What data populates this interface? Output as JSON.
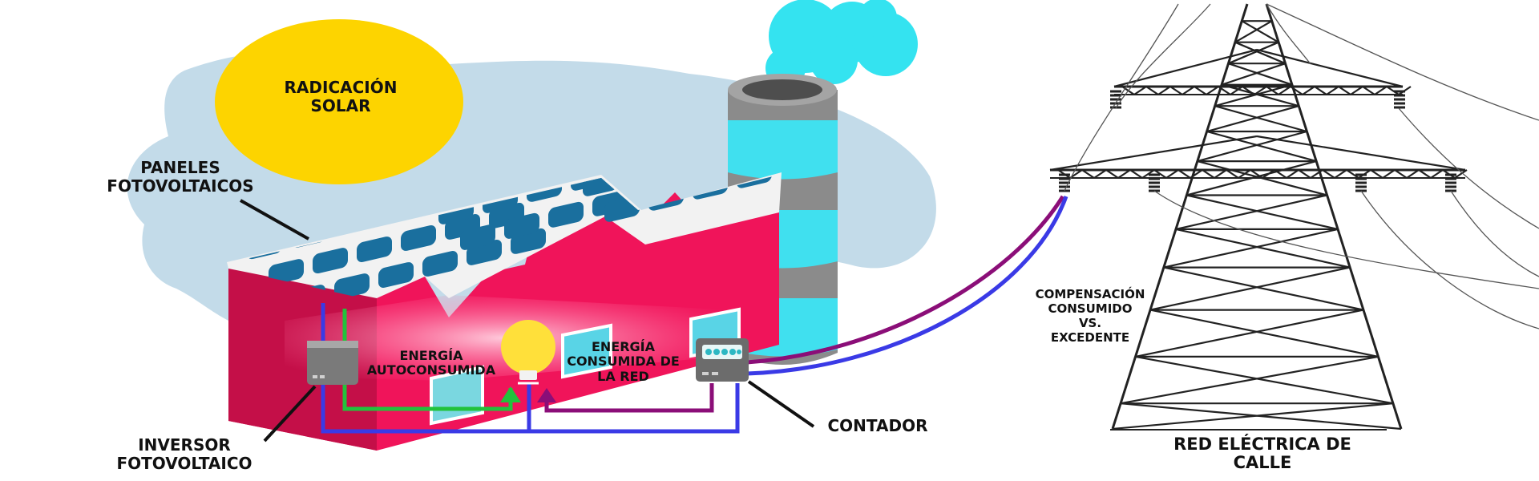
{
  "labels": {
    "sun": [
      "RADICACIÓN",
      "SOLAR"
    ],
    "panels": [
      "PANELES",
      "FOTOVOLTAICOS"
    ],
    "self_consumed": [
      "ENERGÍA",
      "AUTOCONSUMIDA"
    ],
    "grid_consumed": [
      "ENERGÍA",
      "CONSUMIDA DE",
      "LA RED"
    ],
    "compensation": [
      "COMPENSACIÓN",
      "CONSUMIDO",
      "VS.",
      "EXCEDENTE"
    ],
    "inverter": [
      "INVERSOR",
      "FOTOVOLTAICO"
    ],
    "meter": [
      "CONTADOR"
    ],
    "grid": [
      "RED ELÉCTRICA DE",
      "CALLE"
    ]
  },
  "colors": {
    "sun": "#fdd400",
    "sky_blob": "#c3dbe9",
    "wall": "#f0145a",
    "wall_dark": "#c40f48",
    "roof": "#f2f2f2",
    "panel": "#1a6f9e",
    "chimney_gray": "#8b8b8b",
    "chimney_cyan": "#40e0ef",
    "smoke": "#34e3f0",
    "bulb": "#ffe03a",
    "line_blue": "#3a3ae6",
    "line_purple": "#8b0e78",
    "line_green": "#22c23c",
    "tower": "#222222"
  },
  "icons": [
    "sun-icon",
    "solar-panel-icon",
    "inverter-icon",
    "light-bulb-icon",
    "meter-icon",
    "chimney-icon",
    "transmission-tower-icon"
  ]
}
